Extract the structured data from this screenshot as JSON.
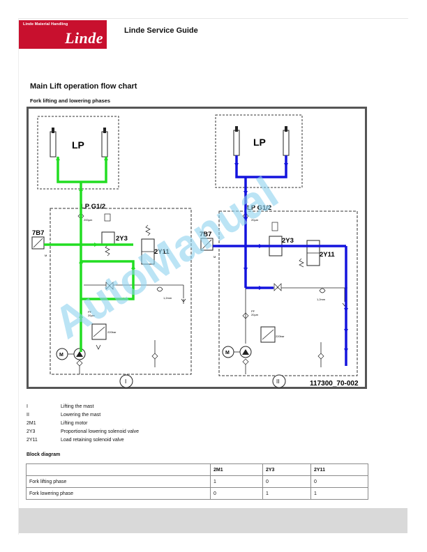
{
  "header": {
    "logo_tagline": "Linde Material Handling",
    "logo_name": "Linde",
    "title": "Linde Service Guide"
  },
  "section_title": "Main Lift operation flow chart",
  "subsection_title": "Fork lifting and lowering phases",
  "figure": {
    "panel_1": {
      "cylinder_label": "LP",
      "port_label": "LP  G1/2",
      "valve_label": "2Y3",
      "solenoid_label": "2Y11",
      "sensor_label": "7B7",
      "motor_ref": "M",
      "motor_symbol": "M",
      "filter_label": "200µm",
      "orifice_label": "1,2mm",
      "pf_label": "PF",
      "pf_filter": "20µm",
      "relief_label": "220bar",
      "panel_marker": "I",
      "flow_color": "#22dd22"
    },
    "panel_2": {
      "cylinder_label": "LP",
      "port_label": "LP  G1/2",
      "valve_label": "2Y3",
      "solenoid_label": "2Y11",
      "sensor_label": "7B7",
      "motor_ref": "M",
      "motor_symbol": "M",
      "filter_label": "20µm",
      "orifice_label": "1,2mm",
      "pf_label": "PF",
      "pf_filter": "20µm",
      "relief_label": "220bar",
      "panel_marker": "II",
      "flow_color": "#1414dd"
    },
    "figure_id": "117300_70-002",
    "watermark": "AutoManual"
  },
  "legend": [
    {
      "key": "I",
      "value": "Lifting the mast"
    },
    {
      "key": "II",
      "value": "Lowering the mast"
    },
    {
      "key": "2M1",
      "value": "Lifting motor"
    },
    {
      "key": "2Y3",
      "value": "Proportional lowering solenoid valve"
    },
    {
      "key": "2Y11",
      "value": "Load retaining solenoid valve"
    }
  ],
  "block_diagram": {
    "title": "Block diagram",
    "headers": [
      "",
      "2M1",
      "2Y3",
      "2Y11"
    ],
    "rows": [
      [
        "Fork lifting phase",
        "1",
        "0",
        "0"
      ],
      [
        "Fork lowering phase",
        "0",
        "1",
        "1"
      ]
    ]
  }
}
